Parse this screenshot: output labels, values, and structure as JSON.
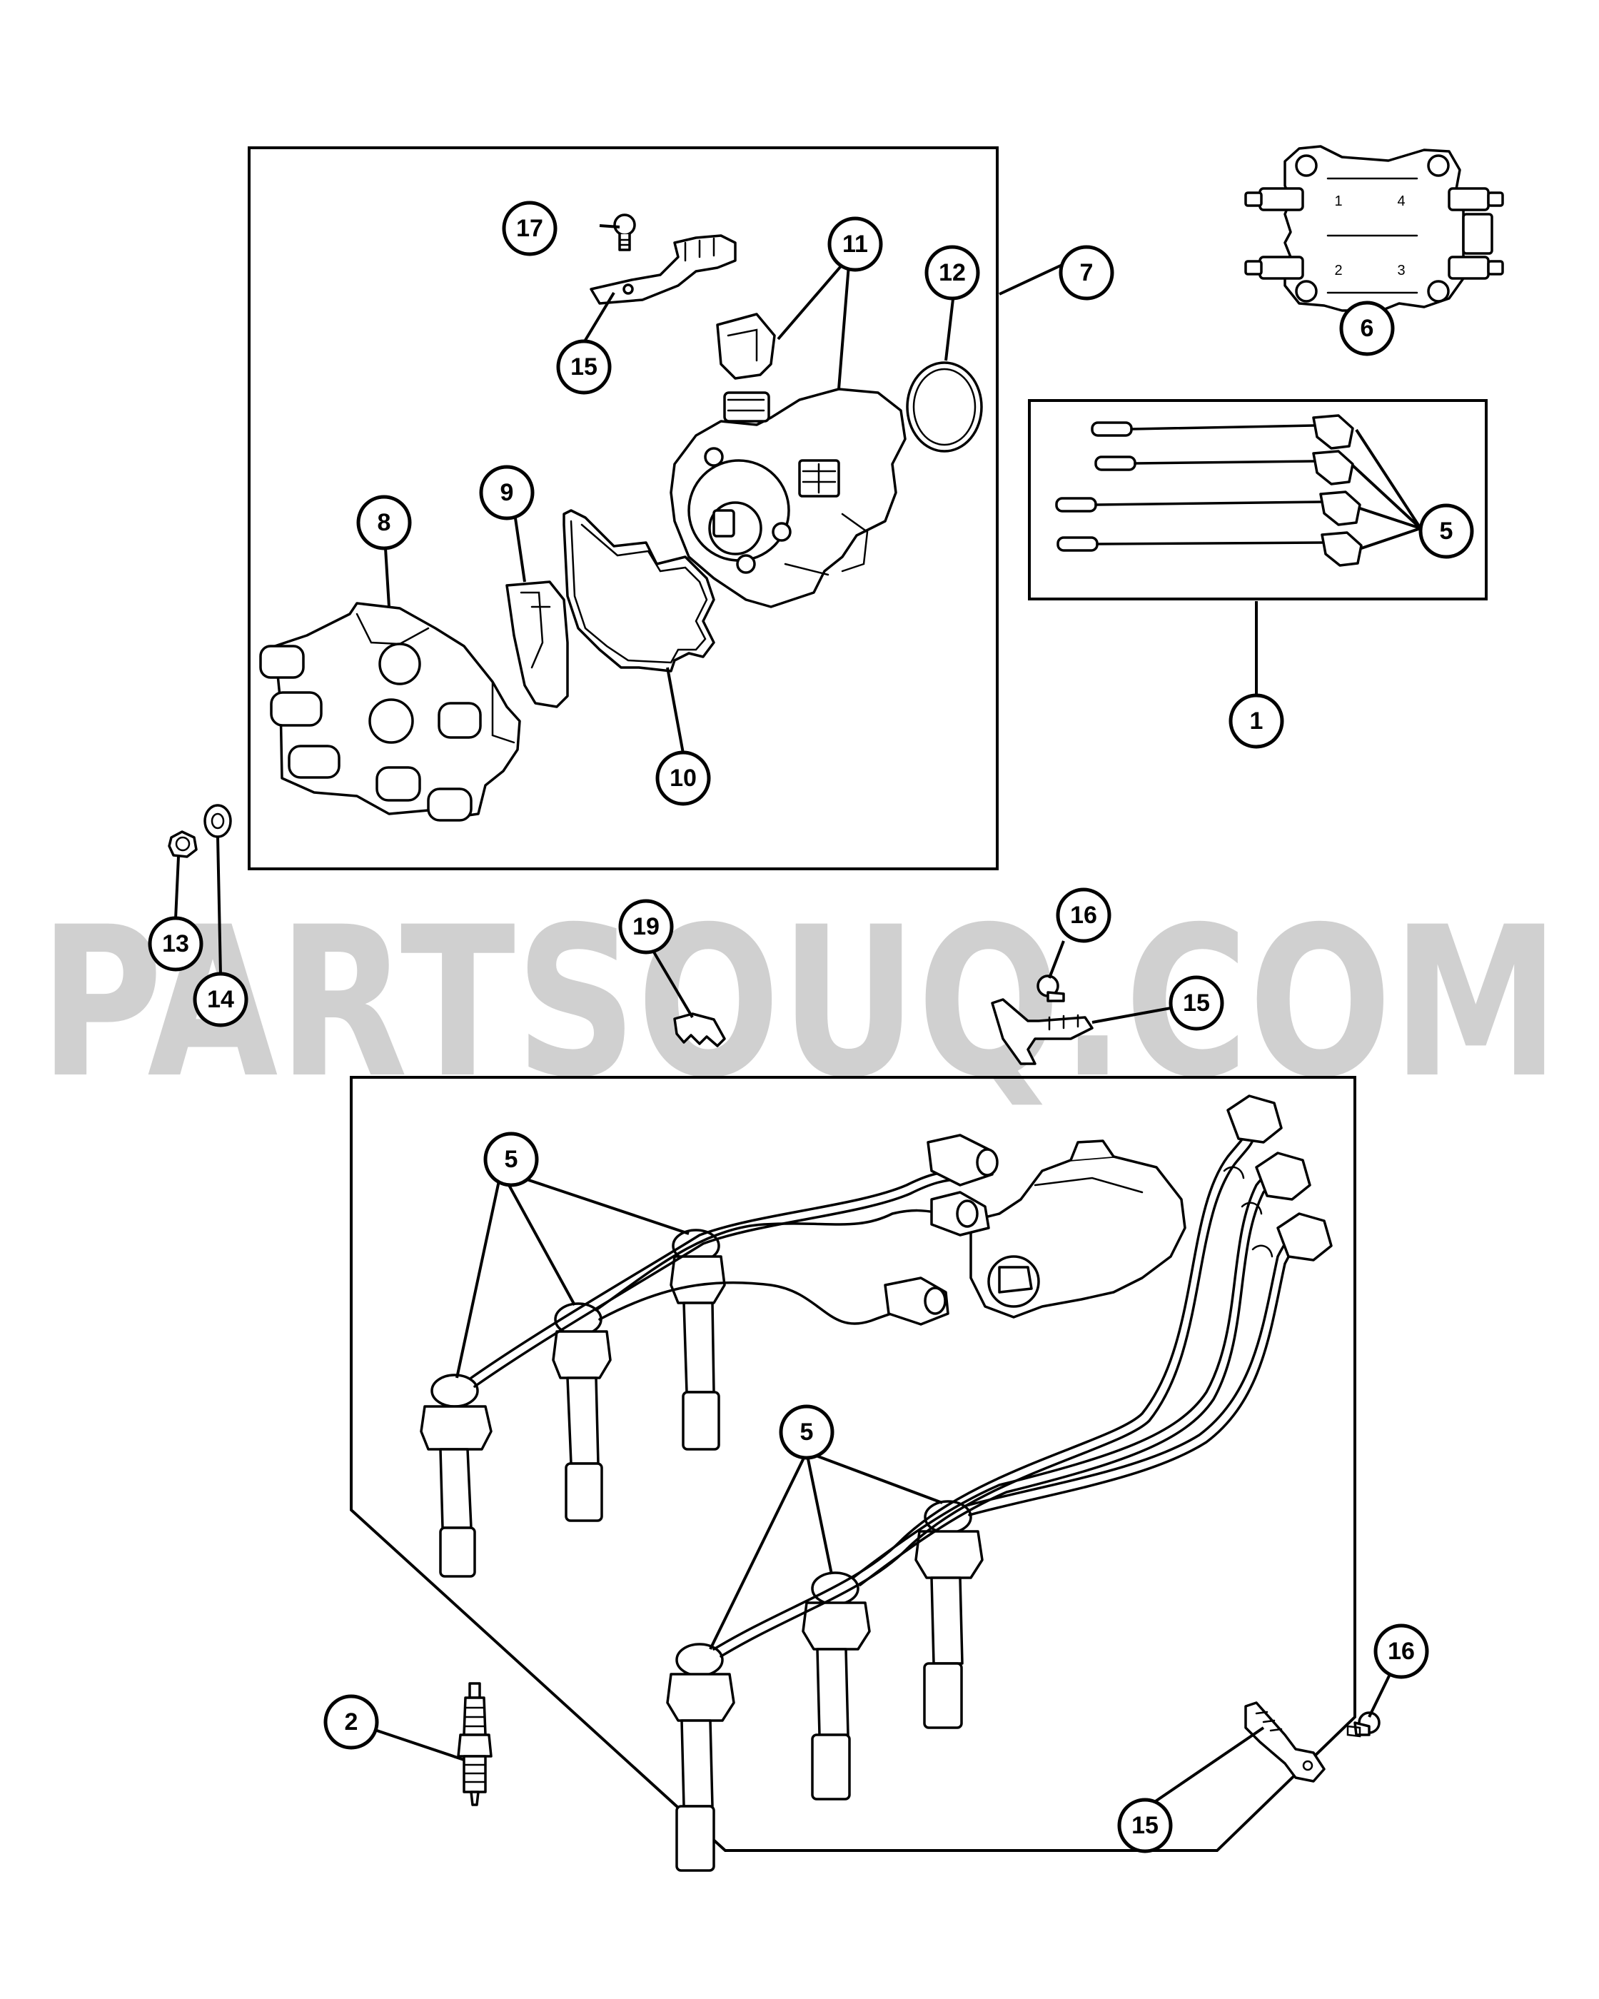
{
  "watermark": {
    "text": "PARTSOUQ.COM",
    "color": "#c8c8c8"
  },
  "callouts": {
    "c1": "1",
    "c2": "2",
    "c5a": "5",
    "c5b": "5",
    "c5c": "5",
    "c6": "6",
    "c7": "7",
    "c8": "8",
    "c9": "9",
    "c10": "10",
    "c11": "11",
    "c12": "12",
    "c13": "13",
    "c14": "14",
    "c15a": "15",
    "c15b": "15",
    "c15c": "15",
    "c16a": "16",
    "c16b": "16",
    "c17": "17",
    "c19": "19"
  },
  "coil_labels": {
    "t1": "1",
    "t2": "2",
    "t3": "3",
    "t4": "4"
  }
}
